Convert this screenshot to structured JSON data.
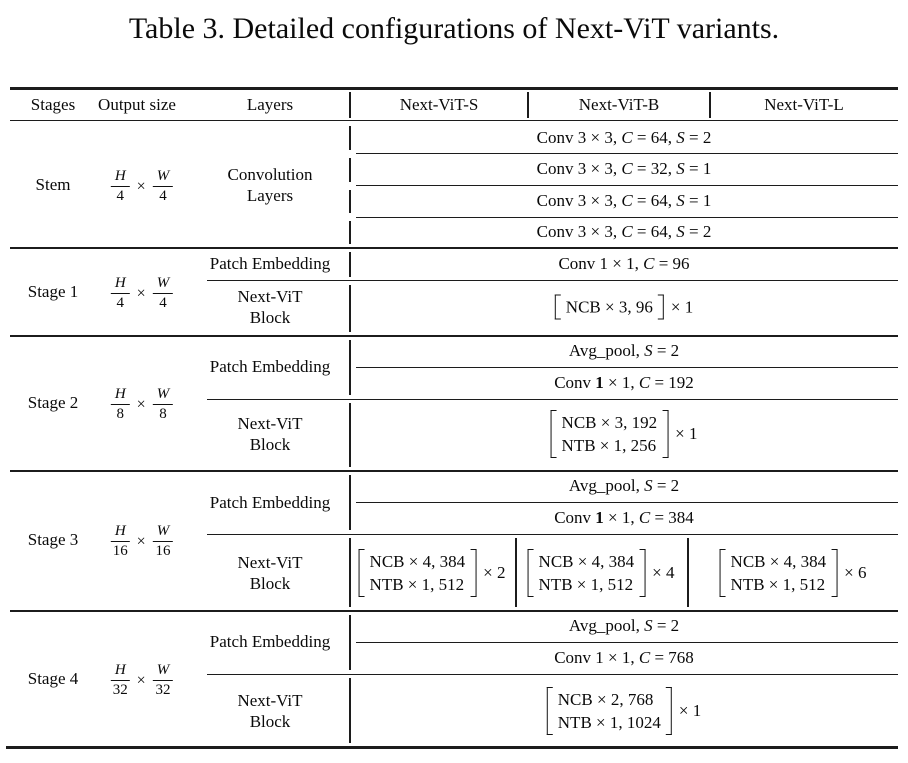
{
  "title": "Table 3. Detailed configurations of Next-ViT variants.",
  "symbols": {
    "times": "×"
  },
  "header": {
    "stages": "Stages",
    "output_size": "Output size",
    "layers": "Layers",
    "variants": [
      "Next-ViT-S",
      "Next-ViT-B",
      "Next-ViT-L"
    ]
  },
  "sections": {
    "stem": {
      "label": "Stem",
      "frac": {
        "n1": "H",
        "d1": "4",
        "n2": "W",
        "d2": "4"
      },
      "layers_line1": "Convolution",
      "layers_line2": "Layers",
      "rows": [
        "Conv 3 × 3, *C* = 64, *S* = 2",
        "Conv 3 × 3, *C* = 32, *S* = 1",
        "Conv 3 × 3, *C* = 64, *S* = 1",
        "Conv 3 × 3, *C* = 64, *S* = 2"
      ]
    },
    "stage1": {
      "label": "Stage 1",
      "frac": {
        "n1": "H",
        "d1": "4",
        "n2": "W",
        "d2": "4"
      },
      "patch_label": "Patch Embedding",
      "patch_rows": [
        "Conv 1 × 1, *C* = 96"
      ],
      "block_label_line1": "Next-ViT",
      "block_label_line2": "Block",
      "block": {
        "lines": [
          "NCB × 3, 96"
        ],
        "mult": "× 1"
      }
    },
    "stage2": {
      "label": "Stage 2",
      "frac": {
        "n1": "H",
        "d1": "8",
        "n2": "W",
        "d2": "8"
      },
      "patch_label": "Patch Embedding",
      "patch_rows": [
        "Avg_pool, *S* = 2",
        "Conv **1** × 1, *C* = 192"
      ],
      "block_label_line1": "Next-ViT",
      "block_label_line2": "Block",
      "block": {
        "lines": [
          "NCB × 3, 192",
          "NTB × 1, 256"
        ],
        "mult": "× 1"
      }
    },
    "stage3": {
      "label": "Stage 3",
      "frac": {
        "n1": "H",
        "d1": "16",
        "n2": "W",
        "d2": "16"
      },
      "patch_label": "Patch Embedding",
      "patch_rows": [
        "Avg_pool, *S* = 2",
        "Conv **1** × 1, *C* = 384"
      ],
      "block_label_line1": "Next-ViT",
      "block_label_line2": "Block",
      "blocks": [
        {
          "lines": [
            "NCB × 4, 384",
            "NTB × 1, 512"
          ],
          "mult": "× 2"
        },
        {
          "lines": [
            "NCB × 4, 384",
            "NTB × 1, 512"
          ],
          "mult": "× 4"
        },
        {
          "lines": [
            "NCB × 4, 384",
            "NTB × 1, 512"
          ],
          "mult": "× 6"
        }
      ]
    },
    "stage4": {
      "label": "Stage 4",
      "frac": {
        "n1": "H",
        "d1": "32",
        "n2": "W",
        "d2": "32"
      },
      "patch_label": "Patch Embedding",
      "patch_rows": [
        "Avg_pool, *S* = 2",
        "Conv 1 × 1, *C* = 768"
      ],
      "block_label_line1": "Next-ViT",
      "block_label_line2": "Block",
      "block": {
        "lines": [
          "NCB × 2, 768",
          "NTB × 1, 1024"
        ],
        "mult": "× 1"
      }
    }
  }
}
